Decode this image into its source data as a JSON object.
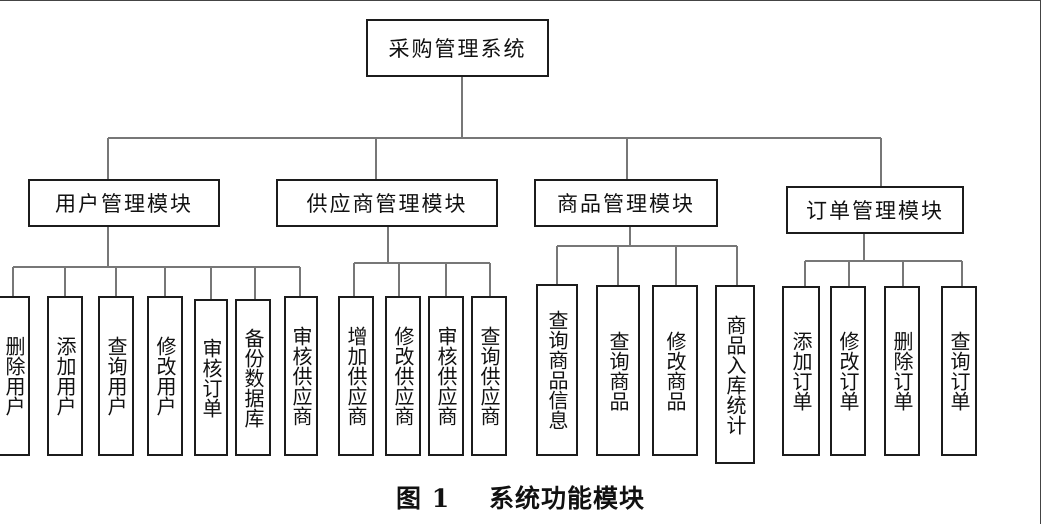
{
  "root": "采购管理系统",
  "modules": [
    {
      "title": "用户管理模块",
      "children": [
        "删除用户",
        "添加用户",
        "查询用户",
        "修改用户",
        "审核订单",
        "备份数据库",
        "审核供应商"
      ]
    },
    {
      "title": "供应商管理模块",
      "children": [
        "增加供应商",
        "修改供应商",
        "审核供应商",
        "查询供应商"
      ]
    },
    {
      "title": "商品管理模块",
      "children": [
        "查询商品信息",
        "查询商品",
        "修改商品",
        "商品入库统计"
      ]
    },
    {
      "title": "订单管理模块",
      "children": [
        "添加订单",
        "修改订单",
        "删除订单",
        "查询订单"
      ]
    }
  ],
  "caption": "图 1    系统功能模块"
}
